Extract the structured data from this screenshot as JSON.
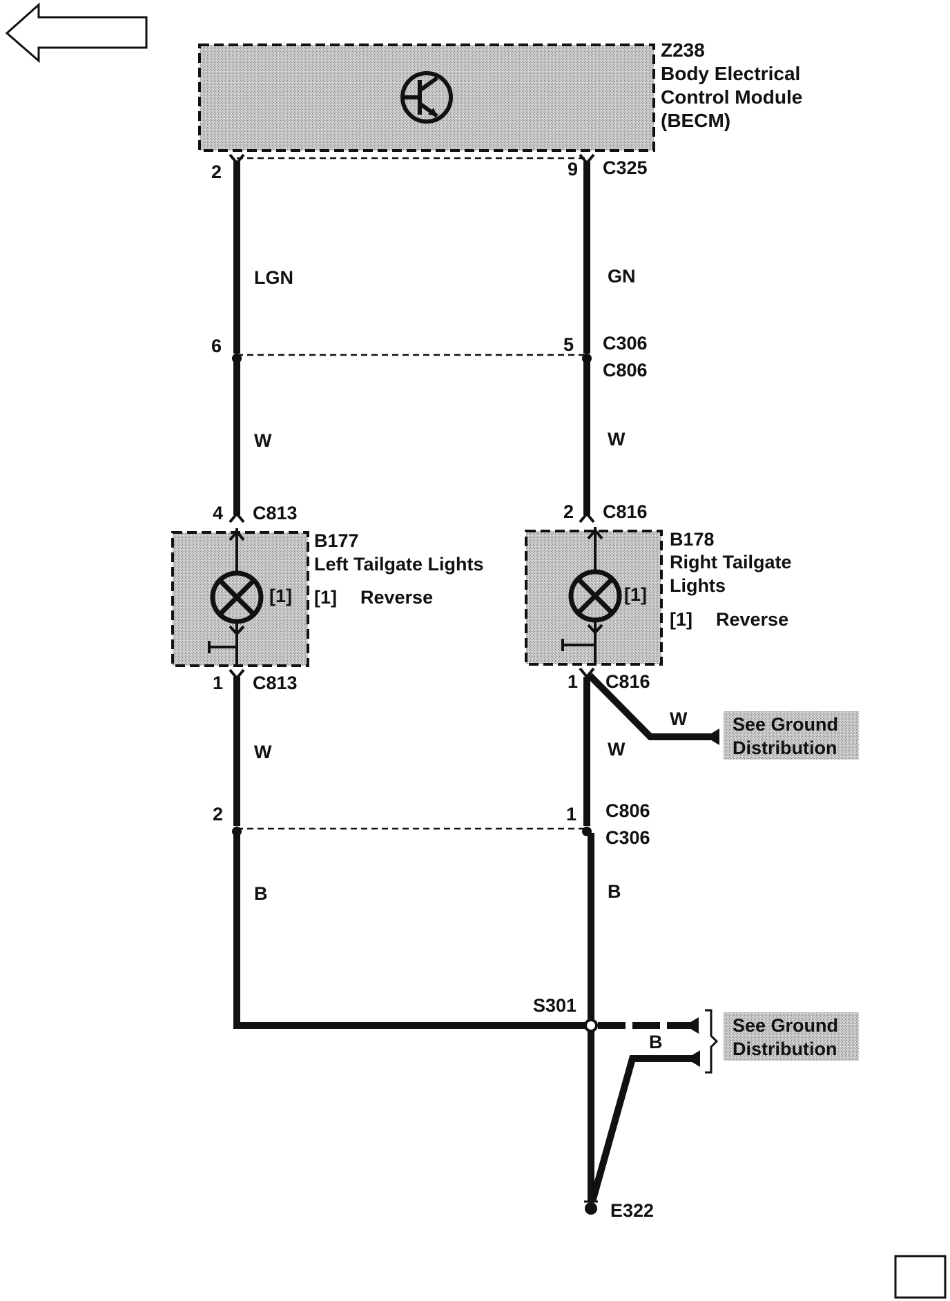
{
  "module": {
    "id": "Z238",
    "line1": "Body Electrical",
    "line2": "Control Module",
    "line3": "(BECM)"
  },
  "connectors": {
    "c325_pin_left": "2",
    "c325_pin_right": "9",
    "c325": "C325",
    "c306_top_pin_left": "6",
    "c306_top_pin_right": "5",
    "c306_top": "C306",
    "c806_top": "C806",
    "c813_top_pin": "4",
    "c813_top": "C813",
    "c816_top_pin": "2",
    "c816_top": "C816",
    "c813_bottom_pin": "1",
    "c813_bottom": "C813",
    "c816_bottom_pin": "1",
    "c816_bottom": "C816",
    "c806_bottom_pin_left": "2",
    "c806_bottom_pin_right": "1",
    "c806_bottom": "C806",
    "c306_bottom": "C306"
  },
  "wire_colors": {
    "left_top": "LGN",
    "right_top": "GN",
    "left_mid": "W",
    "right_mid": "W",
    "left_lower": "W",
    "right_lower": "W",
    "ground_branch_top": "W",
    "left_bottom": "B",
    "right_bottom": "B",
    "ground_branch_bottom": "B"
  },
  "left_lamp": {
    "id": "B177",
    "name": "Left Tailgate Lights",
    "pin_ref": "[1]",
    "legend_ref": "[1]",
    "legend_text": "Reverse"
  },
  "right_lamp": {
    "id": "B178",
    "name_line1": "Right Tailgate",
    "name_line2": "Lights",
    "pin_ref": "[1]",
    "legend_ref": "[1]",
    "legend_text": "Reverse"
  },
  "splice": "S301",
  "ground": "E322",
  "ground_ref_top": {
    "line1": "See Ground",
    "line2": "Distribution"
  },
  "ground_ref_bottom": {
    "line1": "See Ground",
    "line2": "Distribution"
  }
}
